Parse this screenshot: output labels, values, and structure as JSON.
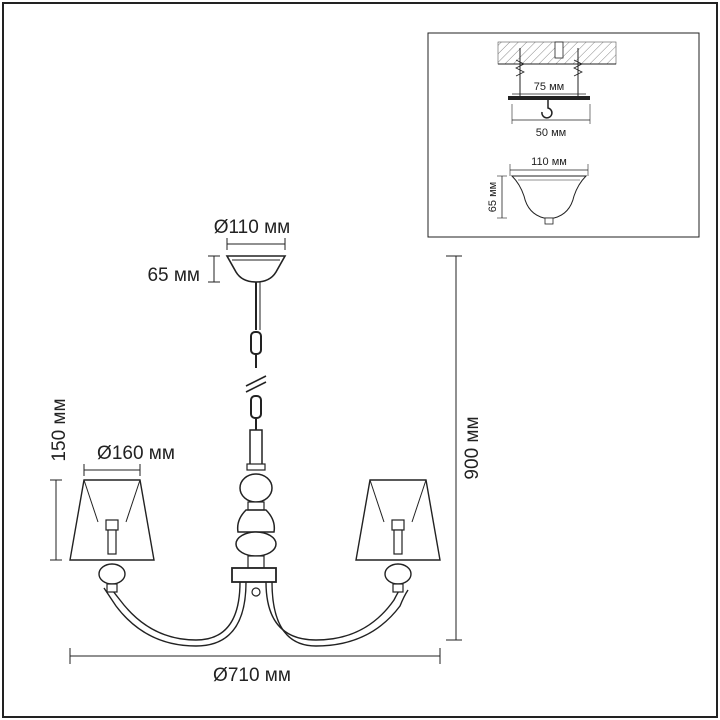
{
  "dimensions": {
    "canopy_diameter": "Ø110 мм",
    "canopy_height": "65 мм",
    "shade_diameter": "Ø160 мм",
    "shade_height": "150 мм",
    "total_height": "900 мм",
    "total_width": "Ø710 мм"
  },
  "inset": {
    "mount_spacing": "75 мм",
    "hook_plate": "50 мм",
    "canopy_width": "110 мм",
    "canopy_height": "65 мм"
  },
  "colors": {
    "line": "#222222",
    "shade_fill": "#ffffff",
    "hatch": "#888888"
  }
}
